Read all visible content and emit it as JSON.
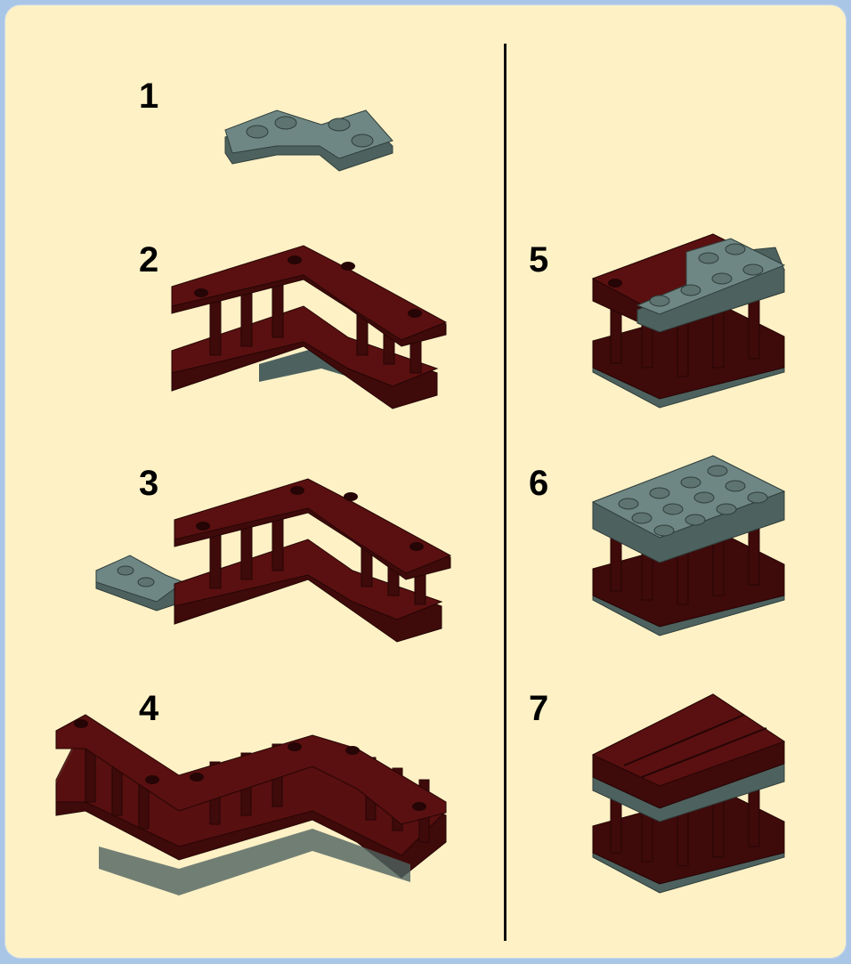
{
  "steps": [
    {
      "number": "1"
    },
    {
      "number": "2"
    },
    {
      "number": "3"
    },
    {
      "number": "4"
    },
    {
      "number": "5"
    },
    {
      "number": "6"
    },
    {
      "number": "7"
    }
  ],
  "colors": {
    "background": "#aac6e6",
    "panel": "#fdf1c5",
    "divider": "#111111",
    "gray_top": "#6f8784",
    "gray_side": "#4d625f",
    "gray_dark": "#2f3d3b",
    "red_top": "#5a1010",
    "red_side": "#3f0a0a",
    "red_dark": "#250505"
  }
}
